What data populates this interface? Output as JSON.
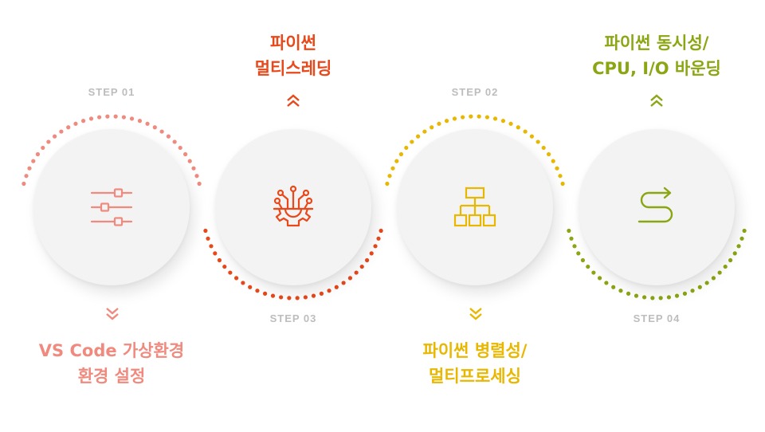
{
  "colors": {
    "coral": "#f08a7e",
    "orange": "#e8481a",
    "yellow": "#e8b800",
    "olive": "#8aa612",
    "step_gray": "#bdbdbd"
  },
  "steps": [
    {
      "step_label": "STEP 01",
      "icon": "sliders-icon",
      "title_line1": "VS Code 가상환경",
      "title_line2": "환경 설정",
      "arrow": "chevron-double-down-icon"
    },
    {
      "step_label": "STEP 03",
      "icon": "gear-network-icon",
      "title_line1": "파이썬",
      "title_line2": "멀티스레딩",
      "arrow": "chevron-double-up-icon"
    },
    {
      "step_label": "STEP 02",
      "icon": "hierarchy-icon",
      "title_line1": "파이썬 병렬성/",
      "title_line2": "멀티프로세싱",
      "arrow": "chevron-double-down-icon"
    },
    {
      "step_label": "STEP 04",
      "icon": "s-route-arrow-icon",
      "title_line1": "파이썬 동시성/",
      "title_line2": "CPU, I/O 바운딩",
      "arrow": "chevron-double-up-icon"
    }
  ]
}
